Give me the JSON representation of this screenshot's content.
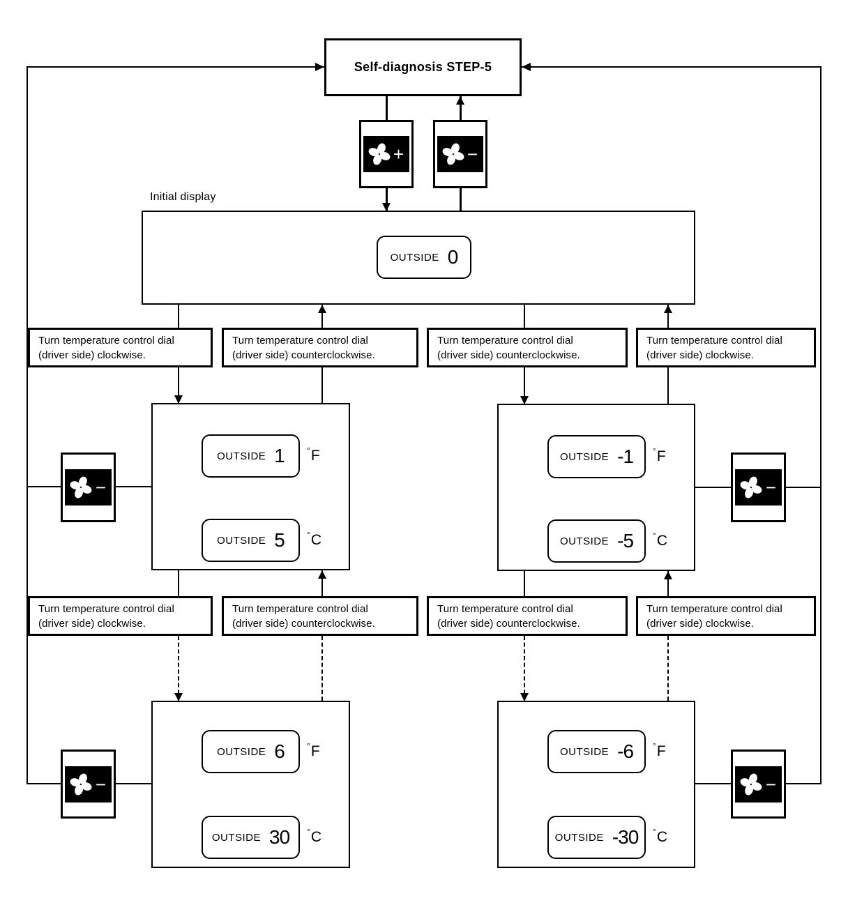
{
  "diagram": {
    "title": "Self-diagnosis STEP-5",
    "initial_display_label": "Initial display",
    "fan_plus_sign": "+",
    "fan_minus_sign": "−",
    "instructions": {
      "cw_line1": "Turn temperature control dial",
      "cw_line2": "(driver side) clockwise.",
      "ccw_line1": "Turn temperature control dial",
      "ccw_line2": "(driver side) counterclockwise."
    },
    "displays": {
      "initial": {
        "label": "OUTSIDE",
        "value": "0"
      },
      "mid_left_f": {
        "label": "OUTSIDE",
        "value": "1",
        "deg": "°",
        "unit": "F"
      },
      "mid_left_c": {
        "label": "OUTSIDE",
        "value": "5",
        "deg": "°",
        "unit": "C"
      },
      "mid_right_f": {
        "label": "OUTSIDE",
        "value": "-1",
        "deg": "°",
        "unit": "F"
      },
      "mid_right_c": {
        "label": "OUTSIDE",
        "value": "-5",
        "deg": "°",
        "unit": "C"
      },
      "bottom_left_f": {
        "label": "OUTSIDE",
        "value": "6",
        "deg": "°",
        "unit": "F"
      },
      "bottom_left_c": {
        "label": "OUTSIDE",
        "value": "30",
        "deg": "°",
        "unit": "C"
      },
      "bottom_right_f": {
        "label": "OUTSIDE",
        "value": "-6",
        "deg": "°",
        "unit": "F"
      },
      "bottom_right_c": {
        "label": "OUTSIDE",
        "value": "-30",
        "deg": "°",
        "unit": "C"
      }
    }
  }
}
